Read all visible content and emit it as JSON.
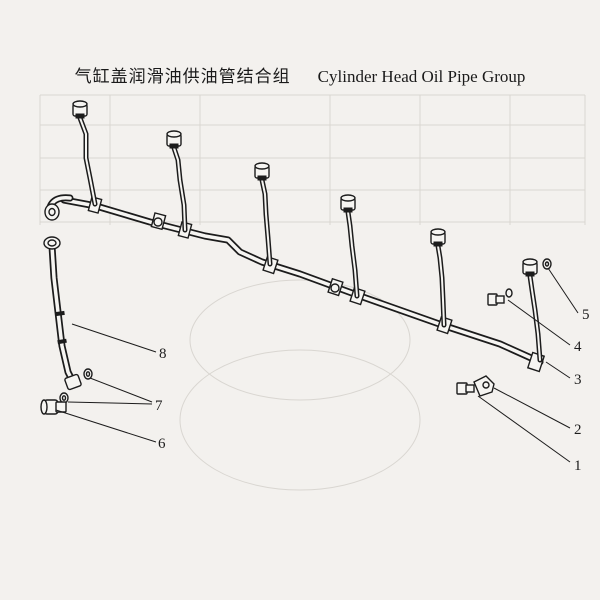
{
  "title": {
    "zh": "气缸盖润滑油供油管结合组",
    "en": "Cylinder Head Oil Pipe Group"
  },
  "callouts": {
    "c1": "1",
    "c2": "2",
    "c3": "3",
    "c4": "4",
    "c5": "5",
    "c6": "6",
    "c7": "7",
    "c8": "8"
  },
  "colors": {
    "ink": "#1c1c1c",
    "paper": "#f3f1ee",
    "ghost_grid": "#d9d6d1"
  }
}
